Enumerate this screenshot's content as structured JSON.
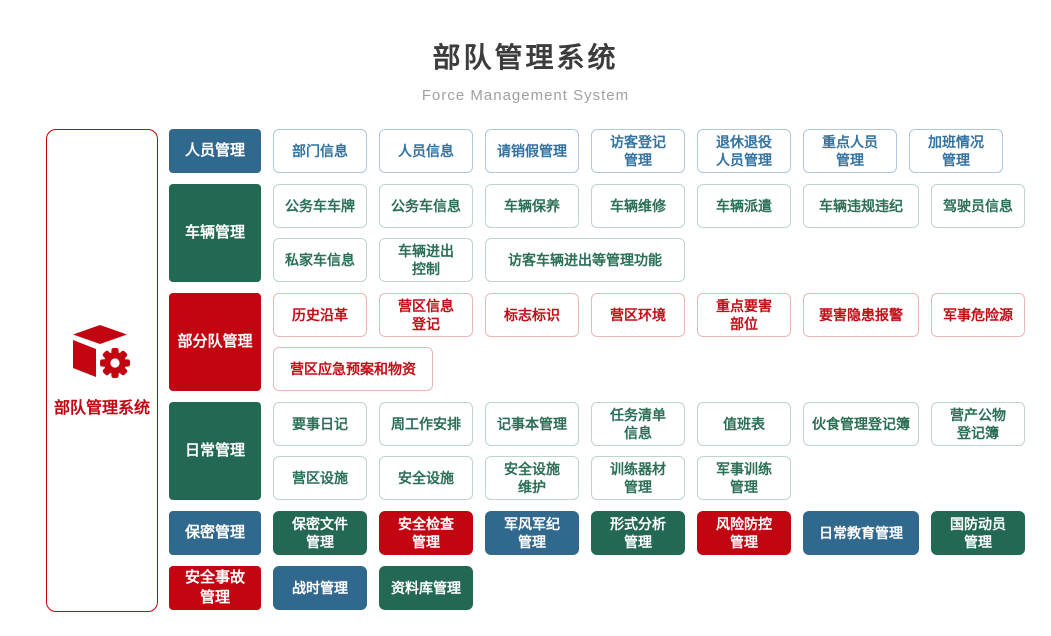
{
  "colors": {
    "blue": "#31688E",
    "green": "#226852",
    "red": "#C10511",
    "blue_text": "#3273A1",
    "green_text": "#2B6F55",
    "red_text": "#C30D16",
    "outline_blue_border": "#ABC8DD",
    "outline_green_border": "#BDD4CC",
    "outline_red_border": "#EAB6BA",
    "title": "#3C3C3C",
    "subtitle": "#A0A0A0"
  },
  "header": {
    "title": "部队管理系统",
    "subtitle": "Force Management System"
  },
  "sidebar": {
    "icon": "cube-gear-icon",
    "label": "部队管理系统"
  },
  "rows": [
    {
      "category": {
        "label": "人员管理",
        "color": "blue"
      },
      "lines": [
        [
          {
            "label": "部门信息",
            "color": "blue"
          },
          {
            "label": "人员信息",
            "color": "blue"
          },
          {
            "label": "请销假管理",
            "color": "blue"
          },
          {
            "label": "访客登记\n管理",
            "color": "blue"
          },
          {
            "label": "退休退役\n人员管理",
            "color": "blue"
          },
          {
            "label": "重点人员\n管理",
            "color": "blue"
          },
          {
            "label": "加班情况\n管理",
            "color": "blue"
          }
        ]
      ]
    },
    {
      "category": {
        "label": "车辆管理",
        "color": "green"
      },
      "lines": [
        [
          {
            "label": "公务车车牌",
            "color": "green"
          },
          {
            "label": "公务车信息",
            "color": "green"
          },
          {
            "label": "车辆保养",
            "color": "green"
          },
          {
            "label": "车辆维修",
            "color": "green"
          },
          {
            "label": "车辆派遣",
            "color": "green"
          },
          {
            "label": "车辆违规违纪",
            "color": "green"
          },
          {
            "label": "驾驶员信息",
            "color": "green"
          }
        ],
        [
          {
            "label": "私家车信息",
            "color": "green"
          },
          {
            "label": "车辆进出\n控制",
            "color": "green"
          },
          {
            "label": "访客车辆进出等管理功能",
            "color": "green"
          }
        ]
      ]
    },
    {
      "category": {
        "label": "部分队管理",
        "color": "red"
      },
      "lines": [
        [
          {
            "label": "历史沿革",
            "color": "red"
          },
          {
            "label": "营区信息\n登记",
            "color": "red"
          },
          {
            "label": "标志标识",
            "color": "red"
          },
          {
            "label": "营区环境",
            "color": "red"
          },
          {
            "label": "重点要害\n部位",
            "color": "red"
          },
          {
            "label": "要害隐患报警",
            "color": "red"
          },
          {
            "label": "军事危险源",
            "color": "red"
          }
        ],
        [
          {
            "label": "营区应急预案和物资",
            "color": "red"
          }
        ]
      ]
    },
    {
      "category": {
        "label": "日常管理",
        "color": "green"
      },
      "lines": [
        [
          {
            "label": "要事日记",
            "color": "green"
          },
          {
            "label": "周工作安排",
            "color": "green"
          },
          {
            "label": "记事本管理",
            "color": "green"
          },
          {
            "label": "任务清单\n信息",
            "color": "green"
          },
          {
            "label": "值班表",
            "color": "green"
          },
          {
            "label": "伙食管理登记簿",
            "color": "green"
          },
          {
            "label": "营产公物\n登记簿",
            "color": "green"
          }
        ],
        [
          {
            "label": "营区设施",
            "color": "green"
          },
          {
            "label": "安全设施",
            "color": "green"
          },
          {
            "label": "安全设施\n维护",
            "color": "green"
          },
          {
            "label": "训练器材\n管理",
            "color": "green"
          },
          {
            "label": "军事训练\n管理",
            "color": "green"
          }
        ]
      ]
    },
    {
      "category": {
        "label": "保密管理",
        "color": "blue"
      },
      "lines": [
        [
          {
            "label": "保密文件\n管理",
            "color": "green"
          },
          {
            "label": "安全检查\n管理",
            "color": "red"
          },
          {
            "label": "军风军纪\n管理",
            "color": "blue"
          },
          {
            "label": "形式分析\n管理",
            "color": "green"
          },
          {
            "label": "风险防控\n管理",
            "color": "red"
          },
          {
            "label": "日常教育管理",
            "color": "blue"
          },
          {
            "label": "国防动员\n管理",
            "color": "green"
          }
        ]
      ]
    },
    {
      "category": {
        "label": "安全事故\n管理",
        "color": "red"
      },
      "lines": [
        [
          {
            "label": "战时管理",
            "color": "blue"
          },
          {
            "label": "资料库管理",
            "color": "green"
          }
        ]
      ]
    }
  ]
}
